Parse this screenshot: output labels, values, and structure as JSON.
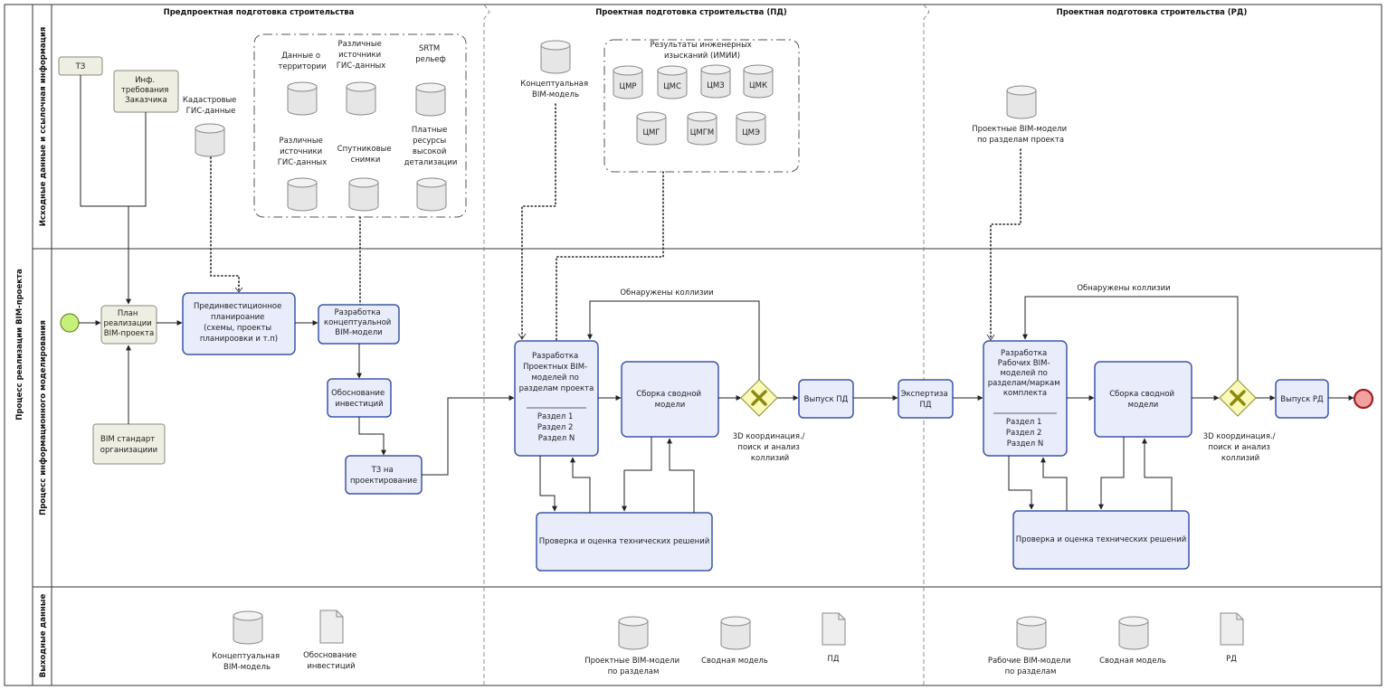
{
  "pool_title": "Процесс реализации BIM-проекта",
  "lanes": {
    "input": "Исходные данные и ссылочная информация",
    "modeling": "Процесс информационного моделирования",
    "output": "Выходные данные"
  },
  "phases": {
    "pre": "Предпроектная подготовка строительства",
    "pd": "Проектная подготовка строительства (ПД)",
    "rd": "Проектная подготовка строительства (РД)"
  },
  "inputs": {
    "tz": "ТЗ",
    "customer_req": [
      "Инф.",
      "требования",
      "Заказчика"
    ],
    "cadastral": [
      "Кадастровые",
      "ГИС-данные"
    ],
    "territory": [
      "Данные о",
      "территории"
    ],
    "gis_sources_1": [
      "Различные",
      "источники",
      "ГИС-данных"
    ],
    "srtm": [
      "SRTM",
      "рельеф"
    ],
    "gis_sources_2": [
      "Различные",
      "источники",
      "ГИС-данных"
    ],
    "satellite": [
      "Спутниковые",
      "снимки"
    ],
    "paid": [
      "Платные",
      "ресурсы",
      "высокой",
      "детализации"
    ],
    "concept_model": [
      "Концептуальная",
      "BIM-модель"
    ],
    "survey_results": [
      "Результаты инженерных",
      "изысканий (ИМИИ)"
    ],
    "survey_items": [
      "ЦМР",
      "ЦМС",
      "ЦМЗ",
      "ЦМК",
      "ЦМГ",
      "ЦМГМ",
      "ЦМЭ"
    ],
    "design_models": [
      "Проектные BIM-модели",
      "по разделам проекта"
    ]
  },
  "process": {
    "plan": [
      "План",
      "реализации",
      "BIM-проекта"
    ],
    "bim_standard": [
      "BIM стандарт",
      "организациии"
    ],
    "pre_invest": [
      "Прединвестиционное",
      "планироание",
      "(схемы, проекты",
      "планироовки и т.п)"
    ],
    "concept_dev": [
      "Разработка",
      "концептуальной",
      "BIM-модели"
    ],
    "invest_just": [
      "Обоснование",
      "инвестиций"
    ],
    "tz_design": [
      "ТЗ на",
      "проектирование"
    ],
    "pd_dev": [
      "Разработка",
      "Проектных BIM-",
      "моделей по",
      "разделам проекта"
    ],
    "sections": [
      "Раздел 1",
      "Раздел 2",
      "Раздел N"
    ],
    "assembly": [
      "Сборка сводной",
      "модели"
    ],
    "collisions": "Обнаружены коллизии",
    "coordination": [
      "3D координация./",
      "поиск и анализ",
      "коллизий"
    ],
    "review": "Проверка и оценка технических решений",
    "pd_release": "Выпуск ПД",
    "expertise": [
      "Экспертиза",
      "ПД"
    ],
    "rd_dev": [
      "Разработка",
      "Рабочих BIM-",
      "моделей по",
      "разделам/маркам",
      "комплекта"
    ],
    "rd_release": "Выпуск РД"
  },
  "outputs": {
    "concept_model": [
      "Концептуальная",
      "BIM-модель"
    ],
    "invest_just": [
      "Обоснование",
      "инвестиций"
    ],
    "pd_models": [
      "Проектные BIM-модели",
      "по разделам"
    ],
    "pd_summary": "Сводная модель",
    "pd": "ПД",
    "rd_models": [
      "Рабочие BIM-модели",
      "по разделам"
    ],
    "rd_summary": "Сводная модель",
    "rd": "РД"
  },
  "colors": {
    "task_fill": "#e8ecfb",
    "task_stroke": "#3d57a8",
    "artifact_fill": "#eeeee2",
    "start_event": "#c6f07a",
    "end_event": "#f3a0a0",
    "gateway": "#fafab8"
  }
}
